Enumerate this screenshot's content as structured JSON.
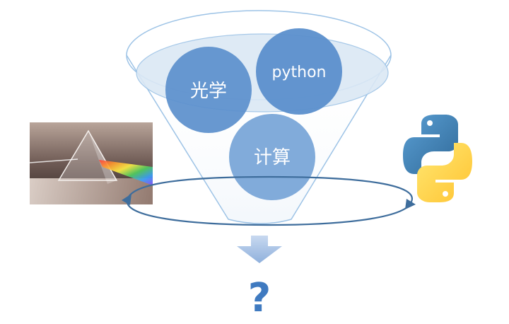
{
  "diagram": {
    "circles": [
      {
        "id": "optics",
        "label": "光学"
      },
      {
        "id": "python",
        "label": "python"
      },
      {
        "id": "compute",
        "label": "计算"
      }
    ],
    "result_symbol": "?",
    "images": [
      {
        "id": "prism-photo",
        "description_name": "prism-dispersion-image"
      },
      {
        "id": "python-logo",
        "description_name": "python-logo"
      }
    ],
    "colors": {
      "funnel_stroke": "#9dc3e6",
      "funnel_fill": "#dbe8f5",
      "circle_fill": "#5b8fcc",
      "circle_fill_light": "#7aa6d8",
      "ring_stroke": "#3e6d9c",
      "question_color": "#3f7ac0",
      "arrow_fill": "#a9c4e6",
      "python_blue": "#3b73b4",
      "python_yellow": "#f7cf44"
    }
  }
}
